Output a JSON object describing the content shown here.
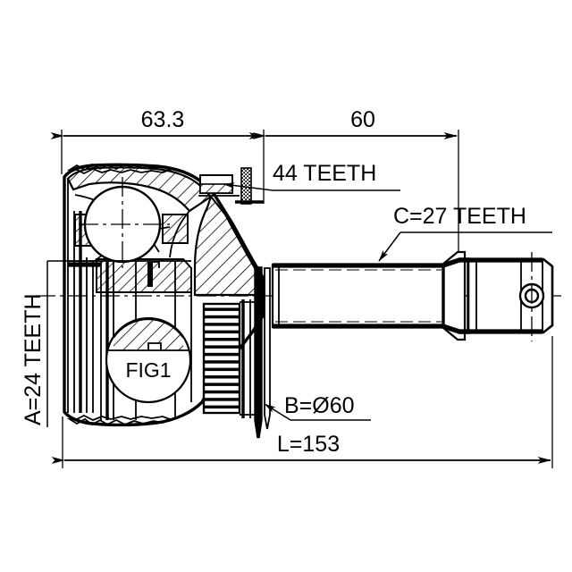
{
  "drawing": {
    "type": "cv-joint-technical-drawing",
    "background_color": "#ffffff",
    "line_color": "#000000",
    "title_present": false
  },
  "dimensions": {
    "outer_joint_length": "63.3",
    "shaft_length": "60",
    "total_length_label": "L=153",
    "inner_spline_label": "A=24 TEETH",
    "abs_ring_label": "44 TEETH",
    "outer_spline_label": "C=27 TEETH",
    "bell_diameter_label": "B=Ø60"
  },
  "callouts": [
    {
      "id": "len-633",
      "text": "63.3"
    },
    {
      "id": "len-60",
      "text": "60"
    },
    {
      "id": "teeth-44",
      "text": "44 TEETH"
    },
    {
      "id": "teeth-c27",
      "text": "C=27 TEETH"
    },
    {
      "id": "teeth-a24",
      "text": "A=24 TEETH"
    },
    {
      "id": "dia-b60",
      "text": "B=Ø60"
    },
    {
      "id": "len-total",
      "text": "L=153"
    }
  ],
  "detail_bubble": {
    "label": "FIG1",
    "description": "splined-shaft-section-detail"
  },
  "part_values": {
    "inner_teeth_count": "24",
    "abs_teeth_count": "44",
    "outer_teeth_count": "27",
    "boot_diameter_mm": "60",
    "joint_length_mm": "63.3",
    "shaft_length_mm": "60",
    "overall_length_mm": "153"
  }
}
